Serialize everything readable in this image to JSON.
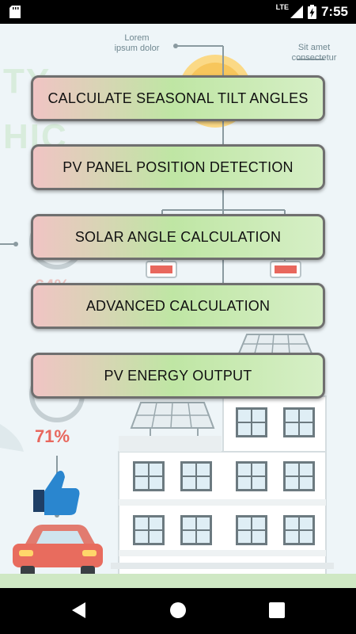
{
  "status_bar": {
    "time": "7:55",
    "network": "LTE",
    "icons": [
      "sd-card-icon",
      "signal-icon",
      "battery-charging-icon"
    ]
  },
  "background": {
    "label_top_left": "Lorem\nipsum dolor",
    "label_top_right": "Sit amet\nconsectetur",
    "percent_top": "64%",
    "percent_bottom": "71%",
    "faded_text_1": "TY",
    "faded_text_2": "HIC"
  },
  "menu": {
    "items": [
      {
        "label": "CALCULATE SEASONAL TILT ANGLES"
      },
      {
        "label": "PV PANEL POSITION DETECTION"
      },
      {
        "label": "SOLAR ANGLE CALCULATION"
      },
      {
        "label": "ADVANCED CALCULATION"
      },
      {
        "label": "PV ENERGY OUTPUT"
      }
    ]
  },
  "nav_bar": {
    "icons": [
      "back-icon",
      "home-icon",
      "recents-icon"
    ]
  }
}
